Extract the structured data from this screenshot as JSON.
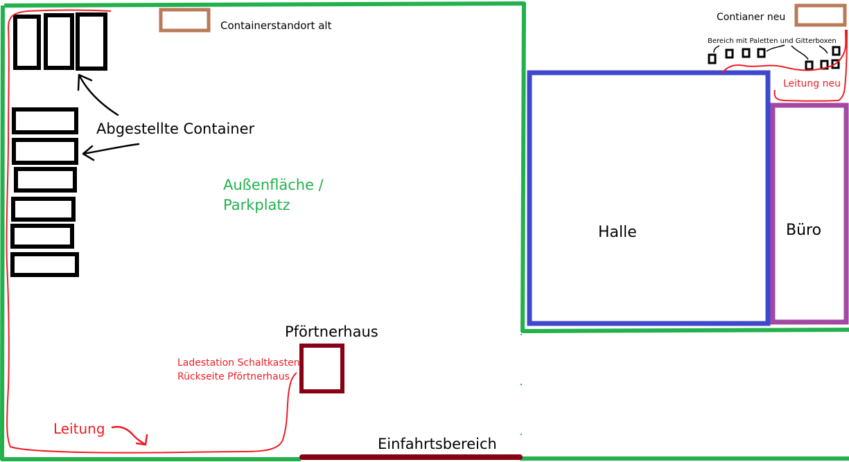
{
  "labels": {
    "container_old": "Containerstandort alt",
    "container_new": "Contianer neu",
    "pallet_area": "Bereich mit Paletten und Gitterboxen",
    "line_new": "Leitung neu",
    "parked_containers": "Abgestellte Container",
    "outdoor_area_line1": "Außenfläche /",
    "outdoor_area_line2": "Parkplatz",
    "hall": "Halle",
    "office": "Büro",
    "gatehouse": "Pförtnerhaus",
    "charging_line1": "Ladestation Schaltkasten",
    "charging_line2": "Rückseite Pförtnerhaus",
    "line": "Leitung",
    "entrance": "Einfahrtsbereich"
  },
  "colors": {
    "site_boundary": "#22b14c",
    "hall": "#3f48cc",
    "office": "#a349a4",
    "container_location": "#b97a57",
    "gatehouse": "#880015",
    "entrance": "#880015",
    "cable": "#ed1c24",
    "containers": "#000000",
    "text": "#000000",
    "outdoor_text": "#22b14c",
    "red_text": "#ed1c24"
  }
}
